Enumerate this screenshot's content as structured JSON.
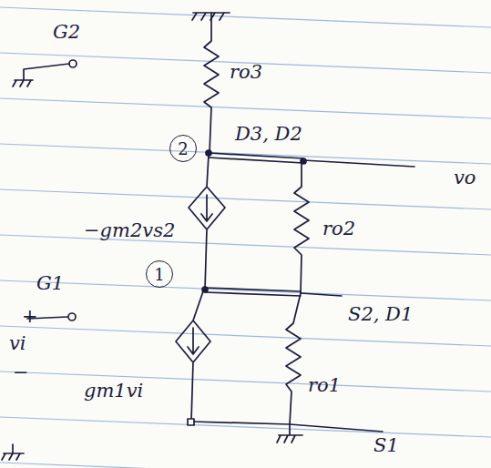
{
  "diagram": {
    "nodes": [
      {
        "text": [
          "2"
        ]
      },
      {
        "text": [
          "1"
        ]
      }
    ],
    "labels": [
      "ro3",
      "D3, D2",
      "vo",
      "G2",
      "−gm2vs2",
      "ro2",
      "G1",
      "S2, D1",
      "+",
      "vi",
      "−",
      "gm1vi",
      "ro1",
      "S1"
    ]
  }
}
